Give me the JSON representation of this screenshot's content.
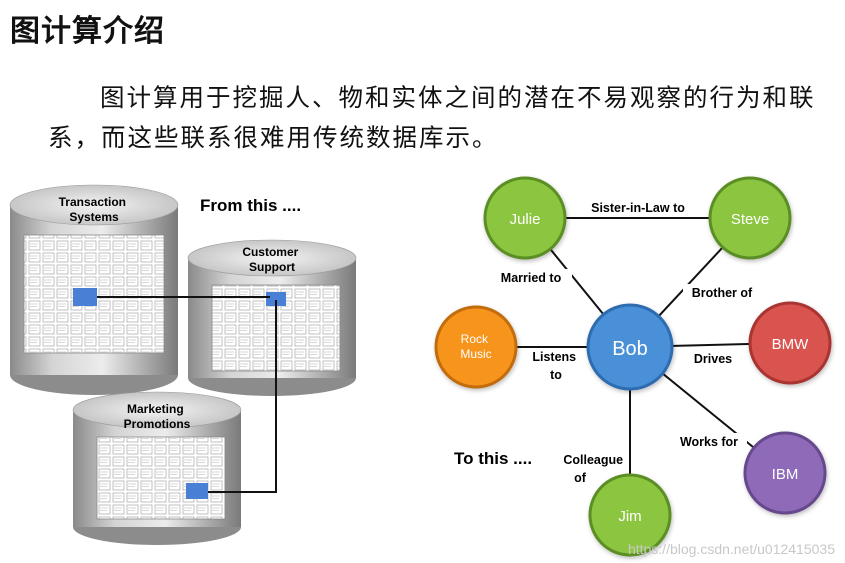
{
  "title": "图计算介绍",
  "intro": "图计算用于挖掘人、物和实体之间的潜在不易观察的行为和联系，而这些联系很难用传统数据库示。",
  "left": {
    "from_label": "From this ....",
    "databases": [
      {
        "name": "Transaction Systems"
      },
      {
        "name": "Customer Support"
      },
      {
        "name": "Marketing Promotions"
      }
    ]
  },
  "right": {
    "to_label": "To this ....",
    "nodes": [
      {
        "name": "Julie",
        "color": "#8cc63f"
      },
      {
        "name": "Steve",
        "color": "#8cc63f"
      },
      {
        "name": "Bob",
        "color": "#4a90d9"
      },
      {
        "name": "Rock Music",
        "color": "#f7941d"
      },
      {
        "name": "BMW",
        "color": "#d9534f"
      },
      {
        "name": "IBM",
        "color": "#8e6bb8"
      },
      {
        "name": "Jim",
        "color": "#8cc63f"
      }
    ],
    "edges": [
      {
        "label": "Sister-in-Law to"
      },
      {
        "label": "Married to"
      },
      {
        "label": "Brother of"
      },
      {
        "label": "Listens to"
      },
      {
        "label": "Drives"
      },
      {
        "label": "Works for"
      },
      {
        "label": "Colleague of"
      }
    ]
  },
  "watermark": "https://blog.csdn.net/u012415035"
}
